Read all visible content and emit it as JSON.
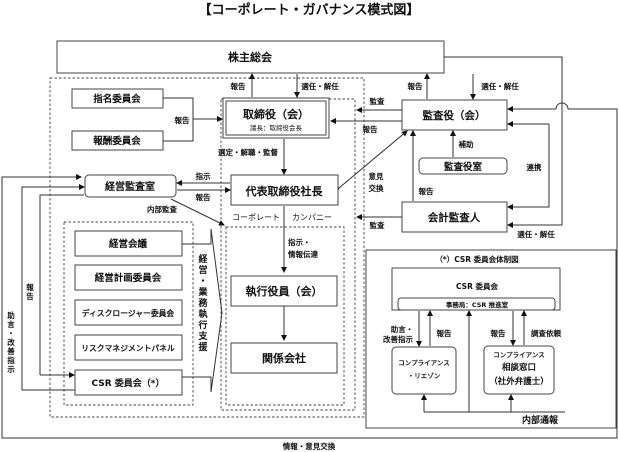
{
  "title": "【コーポレート・ガバナンス模式図】",
  "nodes": {
    "shareholders": "株主総会",
    "board": "取締役（会）",
    "board_sub": "議長：取締役会長",
    "nomination": "指名委員会",
    "remuneration": "報酬委員会",
    "auditors": "監査役（会）",
    "auditors_office": "監査役室",
    "accounting_auditor": "会計監査人",
    "mgmt_audit": "経営監査室",
    "president": "代表取締役社長",
    "corporate": "コーポレート",
    "company": "カンパニー",
    "exec_officers": "執行役員（会）",
    "affiliates": "関係会社",
    "mgmt_meeting": "経営会議",
    "mgmt_plan": "経営計画委員会",
    "disclosure": "ディスクロージャー委員会",
    "risk_panel": "リスクマネジメントパネル",
    "csr_committee": "CSR 委員会（*）",
    "support_label": "経営・業務執行支援"
  },
  "labels": {
    "report": "報告",
    "elect_dismiss": "選任・解任",
    "select_dismiss_supervise": "選定・解職・監督",
    "audit": "監査",
    "assist": "補助",
    "coordinate": "連携",
    "opinion_1": "意見",
    "opinion_2": "交換",
    "instruct": "指示",
    "internal_audit": "内部監査",
    "instruct_info_1": "指示・",
    "instruct_info_2": "情報伝達",
    "advice_vertical": "助言・改善指示",
    "report_vertical": "報告",
    "info_exchange": "情報・意見交換"
  },
  "csr_chart": {
    "title": "（*）CSR 委員会体制図",
    "committee": "CSR 委員会",
    "secretariat": "事務局：CSR 推進室",
    "advice_1": "助言・",
    "advice_2": "改善指示",
    "report": "報告",
    "investigation": "調査依頼",
    "liaison_1": "コンプライアンス",
    "liaison_2": "・リエゾン",
    "desk_1": "コンプライアンス",
    "desk_2": "相談窓口",
    "desk_3": "（社外弁護士）",
    "whistle": "内部通報"
  }
}
